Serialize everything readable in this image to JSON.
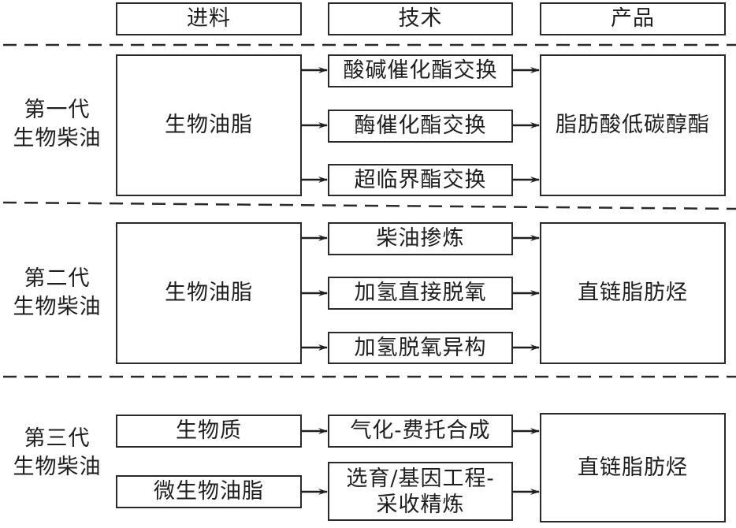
{
  "header": {
    "feed": "进料",
    "technology": "技术",
    "product": "产品"
  },
  "generations": [
    {
      "label_line1": "第一代",
      "label_line2": "生物柴油",
      "feeds": [
        "生物油脂"
      ],
      "technologies": [
        "酸碱催化酯交换",
        "酶催化酯交换",
        "超临界酯交换"
      ],
      "product": "脂肪酸低碳醇酯"
    },
    {
      "label_line1": "第二代",
      "label_line2": "生物柴油",
      "feeds": [
        "生物油脂"
      ],
      "technologies": [
        "柴油掺炼",
        "加氢直接脱氧",
        "加氢脱氧异构"
      ],
      "product": "直链脂肪烃"
    },
    {
      "label_line1": "第三代",
      "label_line2": "生物柴油",
      "feeds": [
        "生物质",
        "微生物油脂"
      ],
      "technologies": [
        "气化-费托合成",
        "选育/基因工程-采收精炼"
      ],
      "technology_lines": [
        [
          "气化-费托合成"
        ],
        [
          "选育/基因工程-",
          "采收精炼"
        ]
      ],
      "product": "直链脂肪烃"
    }
  ]
}
